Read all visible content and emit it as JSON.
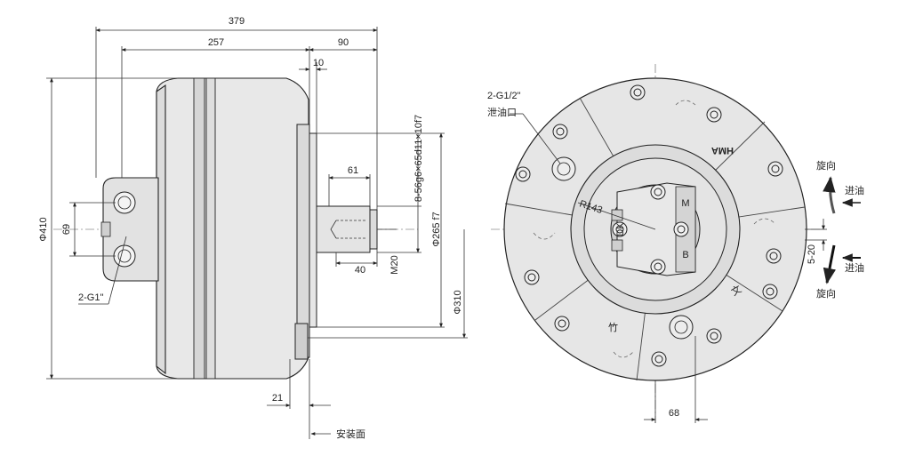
{
  "side_view": {
    "dim_overall_length": "379",
    "dim_body_length": "257",
    "dim_shaft_length": "90",
    "dim_shoulder": "10",
    "dim_spline_length": "61",
    "dim_thread_depth": "40",
    "dim_port_spacing": "69",
    "dim_outer_diameter": "Φ410",
    "dim_spline_spec": "8-56g6×65d11×10f7",
    "dim_pilot_diameter": "Φ265 f7",
    "dim_bolt_circle": "Φ310",
    "dim_thread": "M20",
    "dim_flange": "21",
    "port_label": "2-G1\"",
    "mount_face_label": "安装面"
  },
  "front_view": {
    "drain_port_label": "2-G1/2\"",
    "drain_port_text": "泄油口",
    "radius_label": "R143",
    "dim_port_offset": "68",
    "rotation_label_top": "旋向",
    "rotation_label_bottom": "旋向",
    "inlet_label_top": "进油",
    "inlet_label_bottom": "进油",
    "dim_key_range": "5-20",
    "nameplate_text": "HMA",
    "center_marks": [
      "M",
      "DK",
      "B"
    ],
    "quadrant_marks": [
      "竹",
      "文"
    ]
  },
  "colors": {
    "body": "#e9e9e9",
    "shade": "#d2d2d2",
    "line": "#222222",
    "bg": "#ffffff"
  }
}
